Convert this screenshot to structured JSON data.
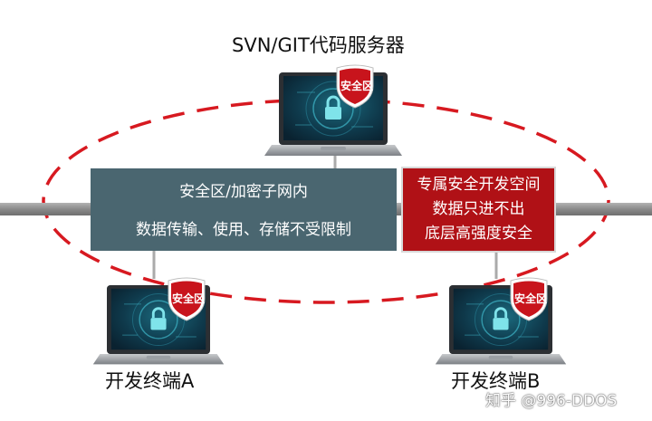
{
  "title": "SVN/GIT代码服务器",
  "secure_zone": {
    "line1": "安全区/加密子网内",
    "line2": "数据传输、使用、存储不受限制"
  },
  "dedicated": {
    "line1": "专属安全开发空间",
    "line2": "数据只进不出",
    "line3": "底层高强度安全"
  },
  "badge": "安全区",
  "terminal_a": "开发终端A",
  "terminal_b": "开发终端B",
  "watermark": "知乎 @996-DDOS",
  "colors": {
    "dashed_ring": "#d71920",
    "gray_box": "#4a6670",
    "red_box": "#b01116",
    "bar": "#8a8a8a",
    "screen": "#0f3a4c"
  }
}
